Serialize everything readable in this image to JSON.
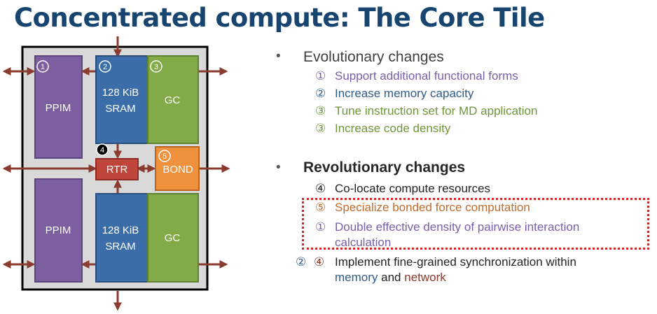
{
  "slide": {
    "title": "Concentrated compute: The Core Tile"
  },
  "diagram": {
    "blocks": {
      "ppim_top": "PPIM",
      "sram_top_1": "128 KiB",
      "sram_top_2": "SRAM",
      "gc_top": "GC",
      "rtr": "RTR",
      "bond": "BOND",
      "ppim_bottom": "PPIM",
      "sram_bottom_1": "128 KiB",
      "sram_bottom_2": "SRAM",
      "gc_bottom": "GC"
    },
    "markers": {
      "ppim": "1",
      "sram": "2",
      "gc": "3",
      "rtr": "4",
      "bond": "5"
    }
  },
  "bullets": {
    "marker": "•",
    "evolutionary": {
      "heading": "Evolutionary changes",
      "items": [
        {
          "num": "①",
          "text": "Support additional functional forms"
        },
        {
          "num": "②",
          "text": "Increase memory capacity"
        },
        {
          "num": "③",
          "text": "Tune instruction set for MD application"
        },
        {
          "num": "③",
          "text": "Increase code density"
        }
      ]
    },
    "revolutionary": {
      "heading": "Revolutionary changes",
      "items": [
        {
          "num": "④",
          "text": "Co-locate compute resources"
        },
        {
          "num": "⑤",
          "text": "Specialize bonded force computation"
        },
        {
          "num": "①",
          "text_line1": "Double effective density of pairwise interaction",
          "text_line2": "calculation"
        }
      ],
      "last": {
        "num_a": "②",
        "num_b": "④",
        "text_pre": "Implement fine-grained synchronization within",
        "word_memory": "memory",
        "word_and": "and",
        "word_network": "network"
      }
    }
  },
  "colors": {
    "title": "#17456f",
    "ppim": "#7d5fa0",
    "sram": "#3b6ea8",
    "gc": "#82ab47",
    "rtr": "#c0453a",
    "bond": "#f0913e",
    "arrow": "#8a3a2e",
    "highlight_box": "#d0262a"
  }
}
